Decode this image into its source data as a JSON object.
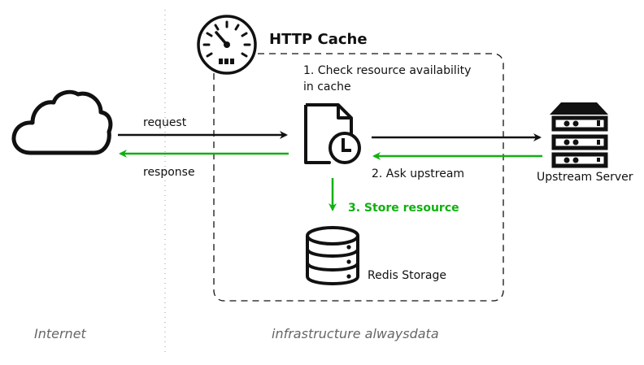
{
  "cache": {
    "title": "HTTP Cache",
    "step1_line1": "1. Check resource availability",
    "step1_line2": "in cache",
    "step2": "2. Ask upstream",
    "step3": "3. Store resource",
    "storage_label": "Redis Storage"
  },
  "internet": {
    "request_label": "request",
    "response_label": "response"
  },
  "upstream": {
    "label": "Upstream Server"
  },
  "zones": {
    "left": "Internet",
    "right": "infrastructure alwaysdata"
  },
  "colors": {
    "green": "#10b010",
    "dark": "#111111",
    "zone_text": "#666666"
  },
  "icons": [
    "gauge-icon",
    "cloud-icon",
    "document-clock-icon",
    "server-rack-icon",
    "database-icon"
  ]
}
